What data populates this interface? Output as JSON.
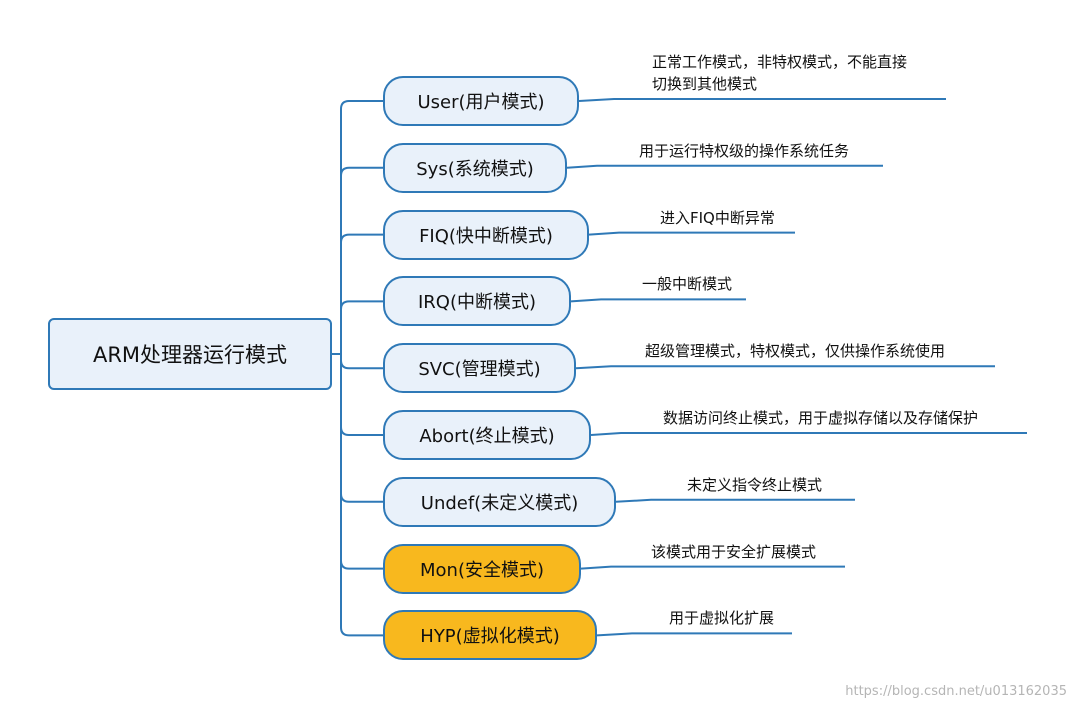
{
  "root": {
    "label": "ARM处理器运行模式"
  },
  "modes": [
    {
      "label": "User(用户模式)",
      "description": [
        "正常工作模式，非特权模式，不能直接",
        "切换到其他模式"
      ],
      "highlight": false
    },
    {
      "label": "Sys(系统模式)",
      "description": [
        "用于运行特权级的操作系统任务"
      ],
      "highlight": false
    },
    {
      "label": "FIQ(快中断模式)",
      "description": [
        "进入FIQ中断异常"
      ],
      "highlight": false
    },
    {
      "label": "IRQ(中断模式)",
      "description": [
        "一般中断模式"
      ],
      "highlight": false
    },
    {
      "label": "SVC(管理模式)",
      "description": [
        "超级管理模式，特权模式，仅供操作系统使用"
      ],
      "highlight": false
    },
    {
      "label": "Abort(终止模式)",
      "description": [
        "数据访问终止模式，用于虚拟存储以及存储保护"
      ],
      "highlight": false
    },
    {
      "label": "Undef(未定义模式)",
      "description": [
        "未定义指令终止模式"
      ],
      "highlight": false
    },
    {
      "label": "Mon(安全模式)",
      "description": [
        "该模式用于安全扩展模式"
      ],
      "highlight": true
    },
    {
      "label": "HYP(虚拟化模式)",
      "description": [
        "用于虚拟化扩展"
      ],
      "highlight": true
    }
  ],
  "colors": {
    "border": "#2f79b7",
    "node_fill": "#e9f1fa",
    "highlight_fill": "#f8b81e"
  },
  "watermark": "https://blog.csdn.net/u013162035"
}
